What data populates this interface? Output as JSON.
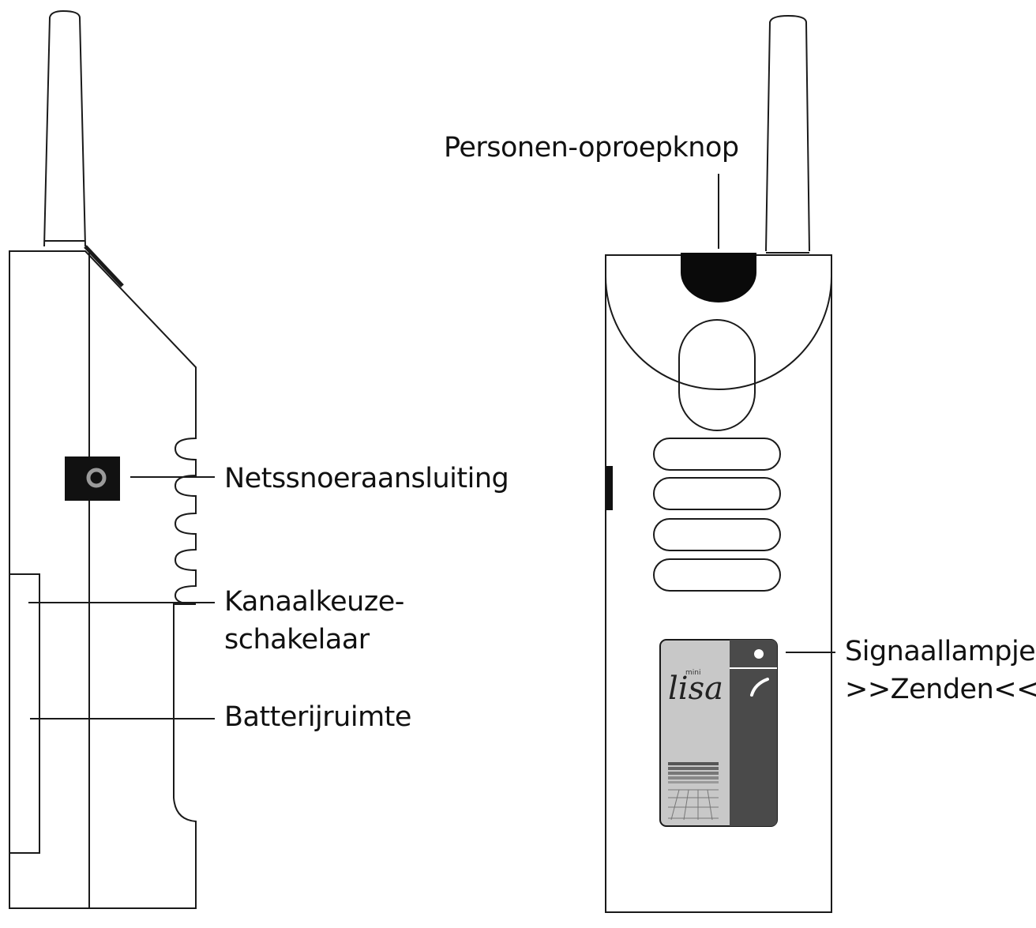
{
  "labels": {
    "netsnoeraansluiting": "Netssnoeraansluiting",
    "kanaalkeuze_line1": "Kanaalkeuze-",
    "kanaalkeuze_line2": "schakelaar",
    "batterijruimte": "Batterijruimte",
    "oproepknop": "Personen-oproepknop",
    "signaallampje_line1": "Signaallampje",
    "signaallampje_line2": ">>Zenden<<"
  },
  "brand": {
    "logo_text": "lisa",
    "logo_superscript": "mini"
  },
  "colors": {
    "line": "#1a1a1a",
    "plate": "#c8c8c8",
    "plate_dark": "#4a4a4a",
    "jack": "#111111",
    "button": "#0a0a0a"
  }
}
